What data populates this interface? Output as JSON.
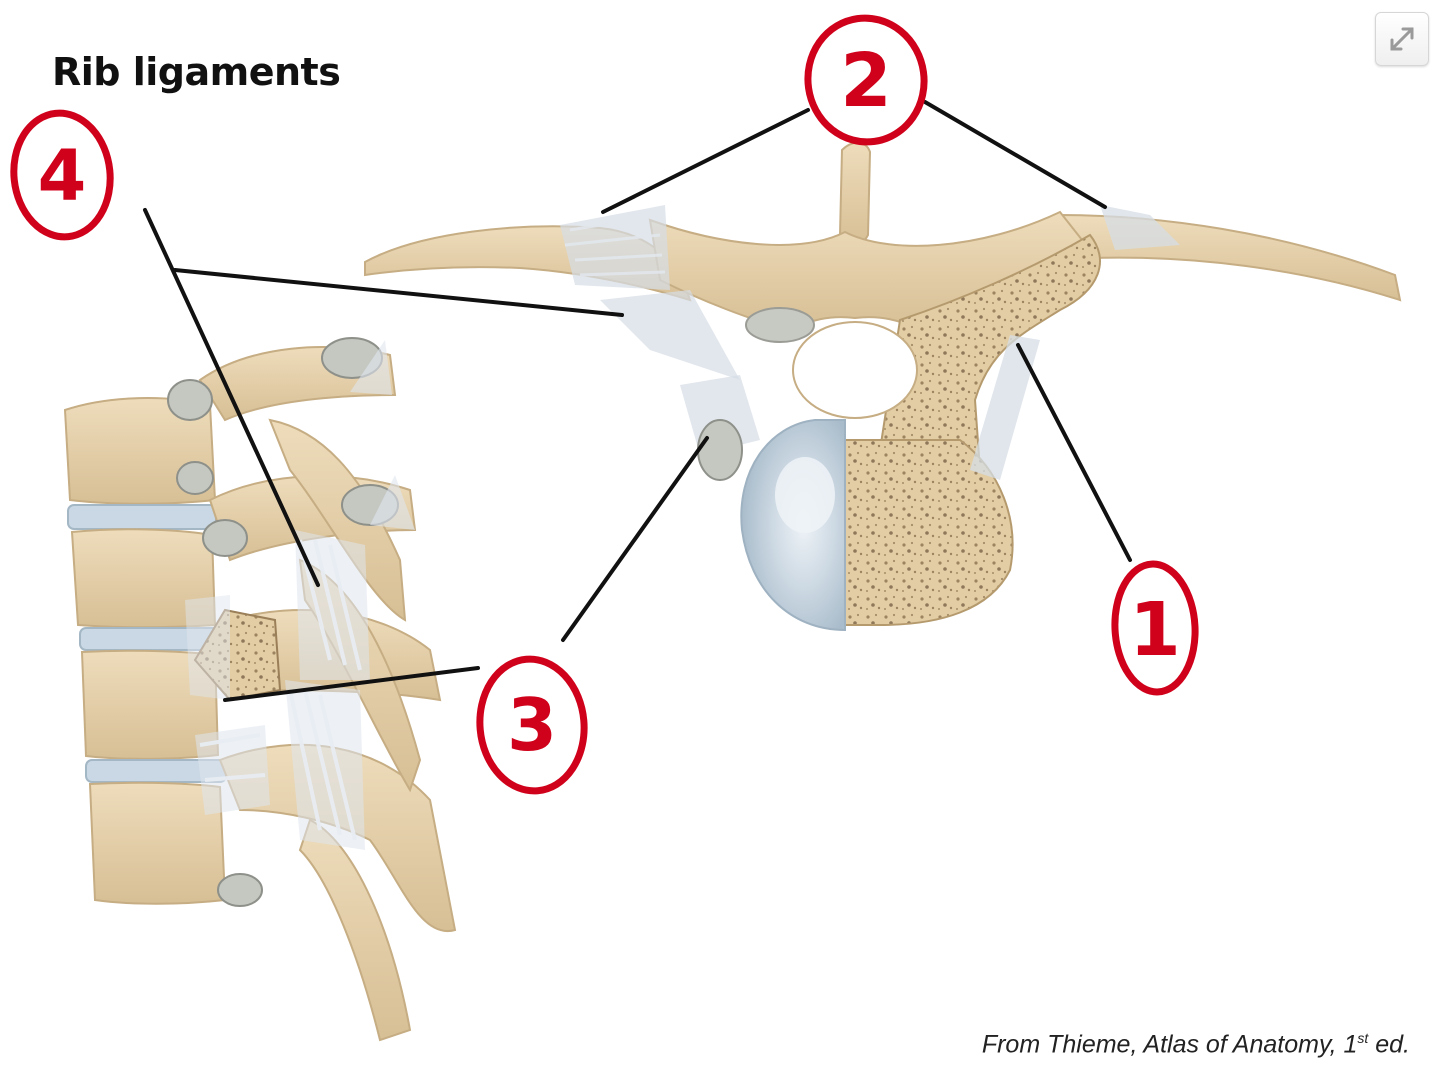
{
  "title": "Rib ligaments",
  "credit": {
    "text": "From Thieme, Atlas of Anatomy, 1",
    "superscript": "st",
    "suffix": " ed."
  },
  "labels": [
    {
      "id": "label-1",
      "text": "1"
    },
    {
      "id": "label-2",
      "text": "2"
    },
    {
      "id": "label-3",
      "text": "3"
    },
    {
      "id": "label-4",
      "text": "4"
    }
  ],
  "colors": {
    "bone": "#e6d2ae",
    "bone_shadow": "#cbb48a",
    "ligament": "#dfe6ee",
    "disc": "#c9d8e4",
    "label_red": "#d0021b",
    "leader": "#111111"
  },
  "icons": {
    "expand": "expand-icon"
  }
}
